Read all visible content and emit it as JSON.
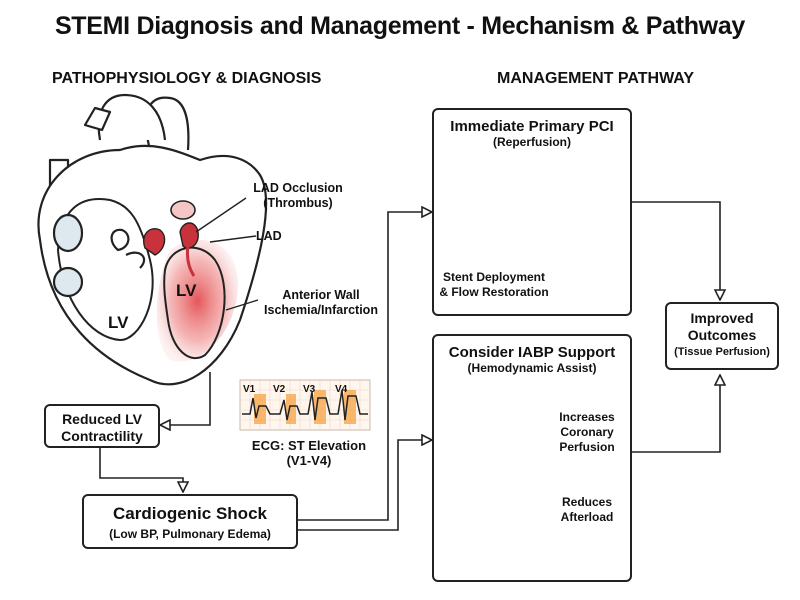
{
  "title": "STEMI Diagnosis and Management - Mechanism & Pathway",
  "sections": {
    "left": "PATHOPHYSIOLOGY & DIAGNOSIS",
    "right": "MANAGEMENT PATHWAY"
  },
  "heart_labels": {
    "lad_occlusion": "LAD Occlusion",
    "thrombus": "(Thrombus)",
    "lad": "LAD",
    "lv_upper": "LV",
    "lv_lower": "LV",
    "anterior_wall_1": "Anterior Wall",
    "anterior_wall_2": "Ischemia/Infarction"
  },
  "ecg": {
    "leads": [
      "V1",
      "V2",
      "V3",
      "V4"
    ],
    "caption_1": "ECG: ST Elevation",
    "caption_2": "(V1-V4)",
    "highlight_color": "#f5a142"
  },
  "boxes": {
    "reduced_lv": {
      "line1": "Reduced LV",
      "line2": "Contractility"
    },
    "shock": {
      "main": "Cardiogenic Shock",
      "sub": "(Low BP, Pulmonary Edema)"
    },
    "pci": {
      "main": "Immediate Primary PCI",
      "sub": "(Reperfusion)",
      "caption_1": "Stent Deployment",
      "caption_2": "& Flow Restoration"
    },
    "iabp": {
      "main": "Consider IABP Support",
      "sub": "(Hemodynamic Assist)",
      "label_a_1": "Increases",
      "label_a_2": "Coronary",
      "label_a_3": "Perfusion",
      "label_b_1": "Reduces",
      "label_b_2": "Afterload"
    },
    "outcome": {
      "line1": "Improved",
      "line2": "Outcomes",
      "sub": "(Tissue Perfusion)"
    }
  },
  "colors": {
    "infarct": "#e0383b",
    "vessel": "#c8323a",
    "stent_blue": "#8db9dc",
    "flow_arrow": "#f0b020"
  }
}
